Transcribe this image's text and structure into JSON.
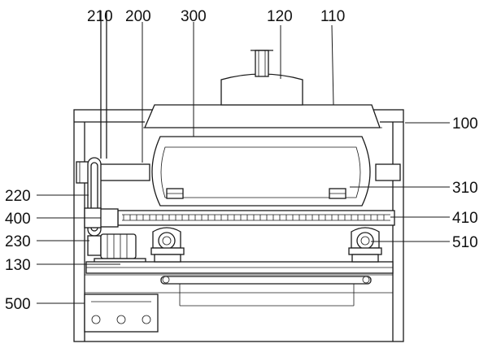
{
  "labels": {
    "l210": "210",
    "l200": "200",
    "l300": "300",
    "l120": "120",
    "l110": "110",
    "l100": "100",
    "l310": "310",
    "l410": "410",
    "l510": "510",
    "l220": "220",
    "l400": "400",
    "l230": "230",
    "l130": "130",
    "l500": "500"
  }
}
